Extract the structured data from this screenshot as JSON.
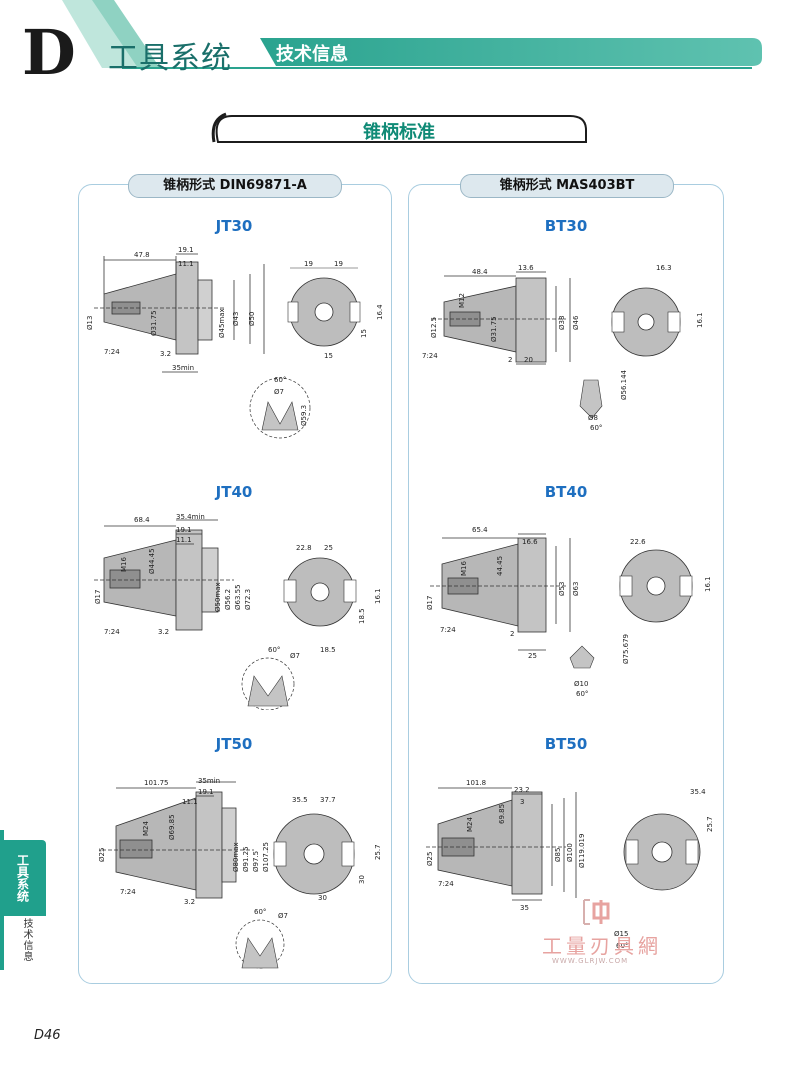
{
  "header": {
    "letter": "D",
    "title": "工具系统",
    "subtitle": "技术信息"
  },
  "section": {
    "title": "锥柄标准"
  },
  "panels": {
    "left": {
      "label": "锥柄形式  DIN69871-A"
    },
    "right": {
      "label": "锥柄形式  MAS403BT"
    }
  },
  "models": {
    "jt30": {
      "name": "JT30",
      "dims": {
        "len": "47.8",
        "a": "19.1",
        "b": "11.1",
        "bore": "Ø13",
        "d1": "Ø31.75",
        "d2": "Ø45max",
        "d3": "Ø43",
        "d4": "Ø50",
        "taper": "7:24",
        "c": "3.2",
        "e": "35min",
        "f1": "19",
        "f2": "19",
        "g": "16.4",
        "h": "15",
        "i": "15",
        "ang": "60°",
        "d7": "Ø7",
        "d93": "Ø59.3"
      }
    },
    "bt30": {
      "name": "BT30",
      "dims": {
        "len": "48.4",
        "a": "13.6",
        "m": "M12",
        "bore": "Ø12.5",
        "d1": "Ø31.75",
        "d2": "Ø38",
        "d3": "Ø46",
        "taper": "7:24",
        "c": "2",
        "e": "20",
        "f1": "16.3",
        "g": "16.1",
        "ang": "60°",
        "d8": "Ø8",
        "d56": "Ø56.144"
      }
    },
    "jt40": {
      "name": "JT40",
      "dims": {
        "len": "68.4",
        "a": "35.4min",
        "b": "19.1",
        "c1": "11.1",
        "m": "M16",
        "bore": "Ø17",
        "d1": "Ø44.45",
        "d2": "Ø50max",
        "d3": "Ø56.2",
        "d4": "Ø63.55",
        "d5": "Ø72.3",
        "taper": "7:24",
        "c": "3.2",
        "f1": "22.8",
        "f2": "25",
        "g": "16.1",
        "h": "18.5",
        "i": "18.5",
        "ang": "60°",
        "d7": "Ø7"
      }
    },
    "bt40": {
      "name": "BT40",
      "dims": {
        "len": "65.4",
        "a": "16.6",
        "m": "M16",
        "bore": "Ø17",
        "d1": "44.45",
        "d2": "Ø53",
        "d3": "Ø63",
        "taper": "7:24",
        "c": "2",
        "e": "25",
        "f1": "22.6",
        "g": "16.1",
        "ang": "60°",
        "d10": "Ø10",
        "d75": "Ø75.679"
      }
    },
    "jt50": {
      "name": "JT50",
      "dims": {
        "len": "101.75",
        "a": "35min",
        "b": "19.1",
        "c1": "11.1",
        "m": "M24",
        "bore": "Ø25",
        "d1": "Ø69.85",
        "d2": "Ø80max",
        "d3": "Ø91.25",
        "d4": "Ø97.5",
        "d5": "Ø107.25",
        "taper": "7:24",
        "c": "3.2",
        "f1": "35.5",
        "f2": "37.7",
        "g": "25.7",
        "h": "30",
        "i": "30",
        "ang": "60°",
        "d7": "Ø7"
      }
    },
    "bt50": {
      "name": "BT50",
      "dims": {
        "len": "101.8",
        "a": "23.2",
        "b": "3",
        "m": "M24",
        "bore": "Ø25",
        "d1": "69.85",
        "d2": "Ø85",
        "d3": "Ø100",
        "d4": "Ø119.019",
        "taper": "7:24",
        "e": "35",
        "f1": "35.4",
        "g": "25.7",
        "ang": "60°",
        "d15": "Ø15"
      }
    }
  },
  "side_tab": {
    "label": "工具系统",
    "sub": "技术信息"
  },
  "page_number": "D46",
  "watermark": {
    "text": "工量刃具網",
    "url": "WWW.GLRJW.COM"
  },
  "colors": {
    "accent": "#20a08c",
    "model": "#1e6fc0",
    "panel_border": "#a9cde0",
    "banner_text": "#0f8a76"
  }
}
